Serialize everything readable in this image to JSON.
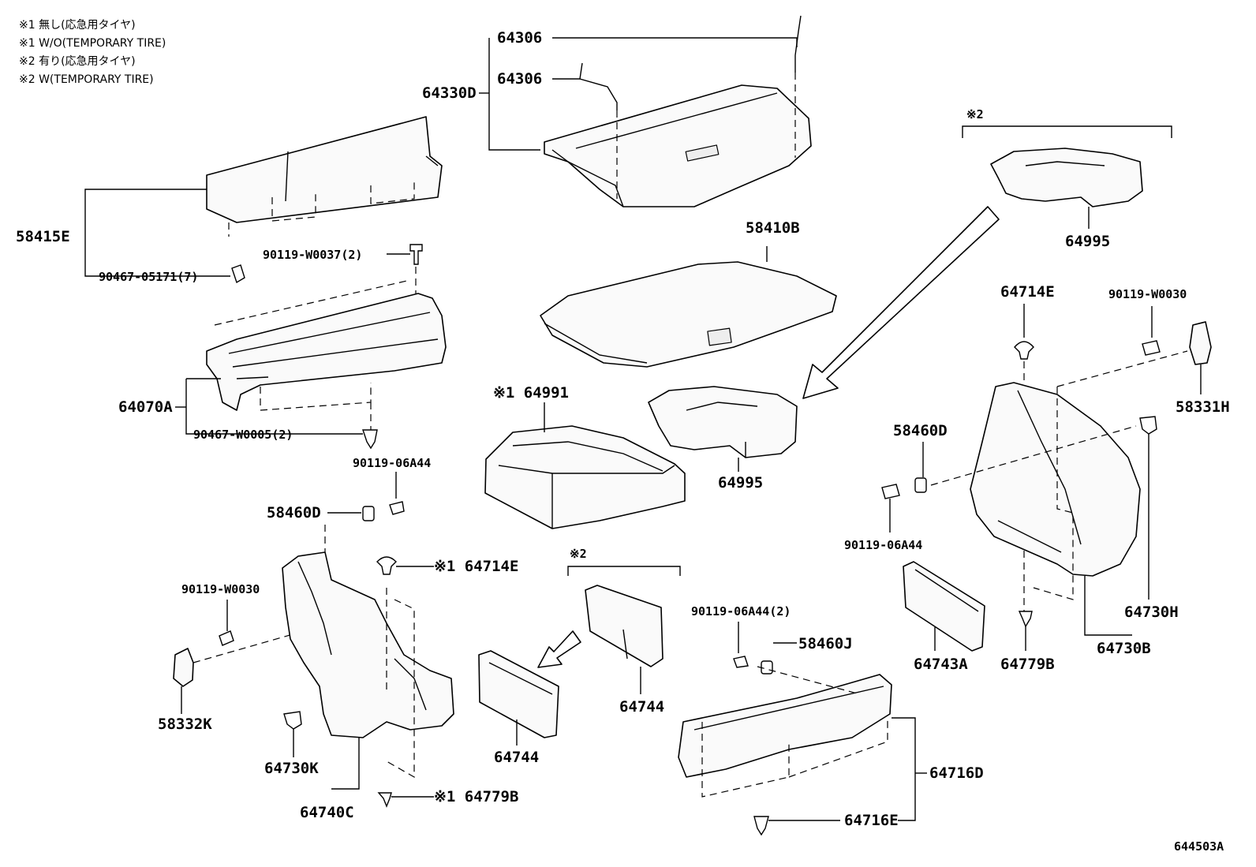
{
  "notes": [
    "※1 無し(応急用タイヤ)",
    "※1 W/O(TEMPORARY TIRE)",
    "※2 有り(応急用タイヤ)",
    "※2 W(TEMPORARY TIRE)"
  ],
  "labels": {
    "p64306_a": "64306",
    "p64306_b": "64306",
    "p64330D": "64330D",
    "p58415E": "58415E",
    "p90467_05171": "90467-05171(7)",
    "p90119_W0037": "90119-W0037(2)",
    "p64070A": "64070A",
    "p90467_W0005": "90467-W0005(2)",
    "p90119_06A44_a": "90119-06A44",
    "p58460D_a": "58460D",
    "p90119_W0030_a": "90119-W0030",
    "p58332K": "58332K",
    "p64730K": "64730K",
    "p64740C": "64740C",
    "p64714E_a": "※1 64714E",
    "p64779B_a": "※1 64779B",
    "p58410B": "58410B",
    "p64991": "※1 64991",
    "p64995_a": "64995",
    "p64995_b": "64995",
    "note2_a": "※2",
    "note2_b": "※2",
    "p64744_a": "64744",
    "p64744_b": "64744",
    "p90119_06A44_2": "90119-06A44(2)",
    "p58460J": "58460J",
    "p64716D": "64716D",
    "p64716E": "64716E",
    "p64714E_b": "64714E",
    "p90119_W0030_b": "90119-W0030",
    "p58331H": "58331H",
    "p58460D_b": "58460D",
    "p90119_06A44_b": "90119-06A44",
    "p64743A": "64743A",
    "p64779B_b": "64779B",
    "p64730H": "64730H",
    "p64730B": "64730B"
  },
  "figure_id": "644503A"
}
